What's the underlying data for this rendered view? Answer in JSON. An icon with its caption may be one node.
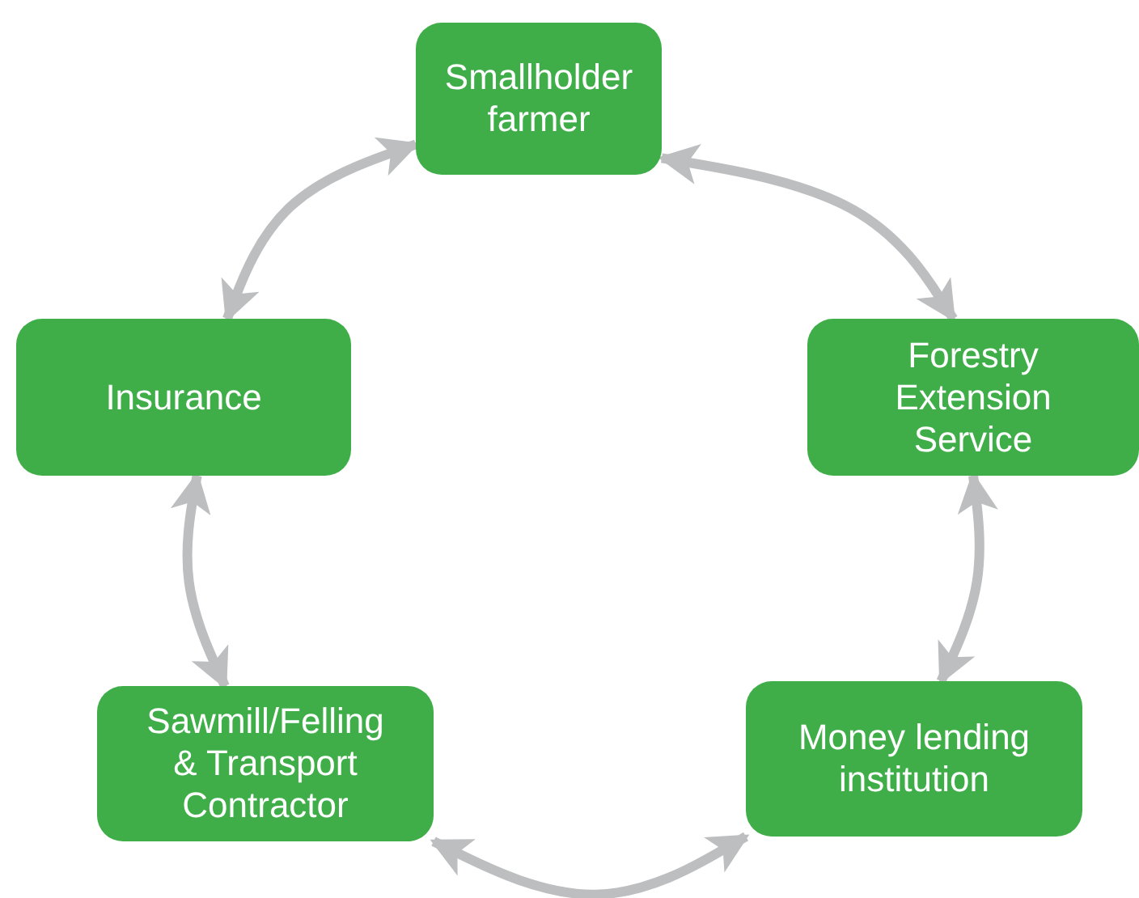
{
  "diagram": {
    "nodes": [
      {
        "text": [
          "Smallholder farmer"
        ]
      },
      {
        "text": [
          "Insurance"
        ]
      },
      {
        "text": [
          "Forestry Extension Service"
        ]
      },
      {
        "text": [
          "Sawmill/Felling & Transport Contractor"
        ]
      },
      {
        "text": [
          "Money lending institution"
        ]
      }
    ],
    "edges": [
      {
        "from": 0,
        "to": 2,
        "arrow": "both"
      },
      {
        "from": 2,
        "to": 4,
        "arrow": "both"
      },
      {
        "from": 4,
        "to": 3,
        "arrow": "both"
      },
      {
        "from": 3,
        "to": 1,
        "arrow": "both"
      },
      {
        "from": 1,
        "to": 0,
        "arrow": "both"
      }
    ]
  }
}
